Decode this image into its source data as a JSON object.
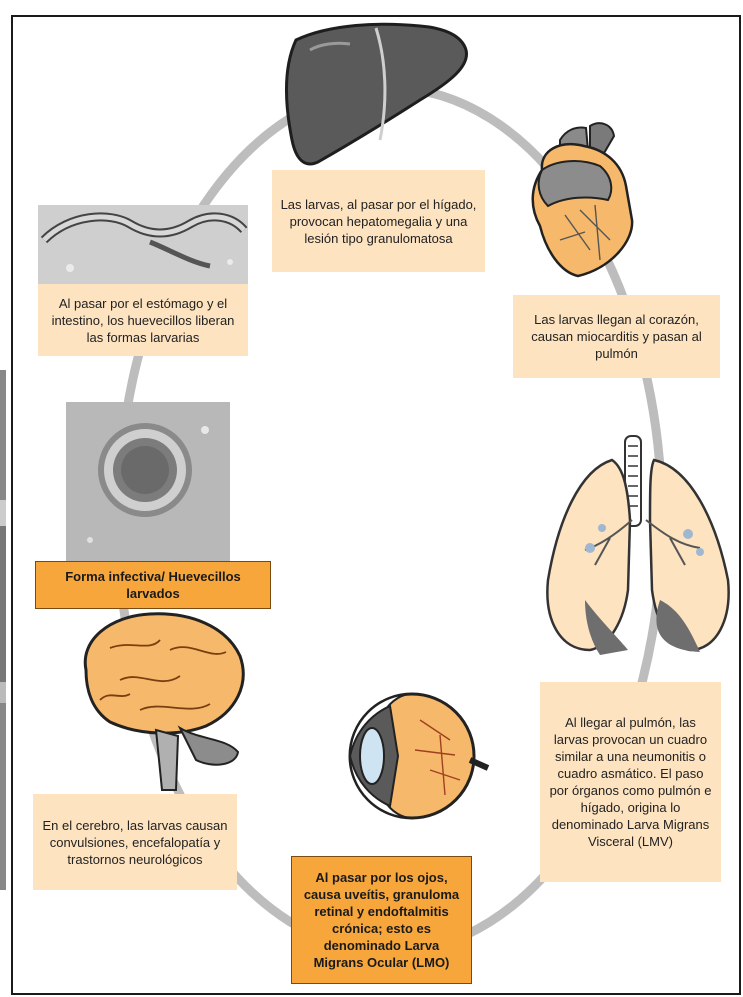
{
  "colors": {
    "note_fill": "#fde3c0",
    "highlight_fill": "#f7a63c",
    "cycle_ring": "#bdbdbd",
    "organ_gray": "#6e6e6e",
    "organ_orange": "#f6b86a"
  },
  "stages": {
    "liver": "Las larvas, al pasar por el hígado, provocan hepatomegalia y una lesión tipo granulomatosa",
    "heart": "Las larvas llegan al corazón, causan miocarditis y pasan al pulmón",
    "lung": "Al llegar al pulmón, las larvas provocan un cuadro similar a una neumonitis o cuadro asmático. El paso por órganos como pulmón e hígado, origina lo denominado Larva Migrans Visceral (LMV)",
    "eye": "Al pasar por los ojos, causa uveítis, granuloma retinal y endoftalmitis crónica; esto es denominado Larva Migrans Ocular (LMO)",
    "brain": "En el cerebro, las larvas causan convulsiones, encefalopatía y trastornos neurológicos",
    "egg": "Forma infectiva/ Huevecillos larvados",
    "larva": "Al pasar por el estómago  y el  intestino, los huevecillos liberan las formas larvarias"
  }
}
